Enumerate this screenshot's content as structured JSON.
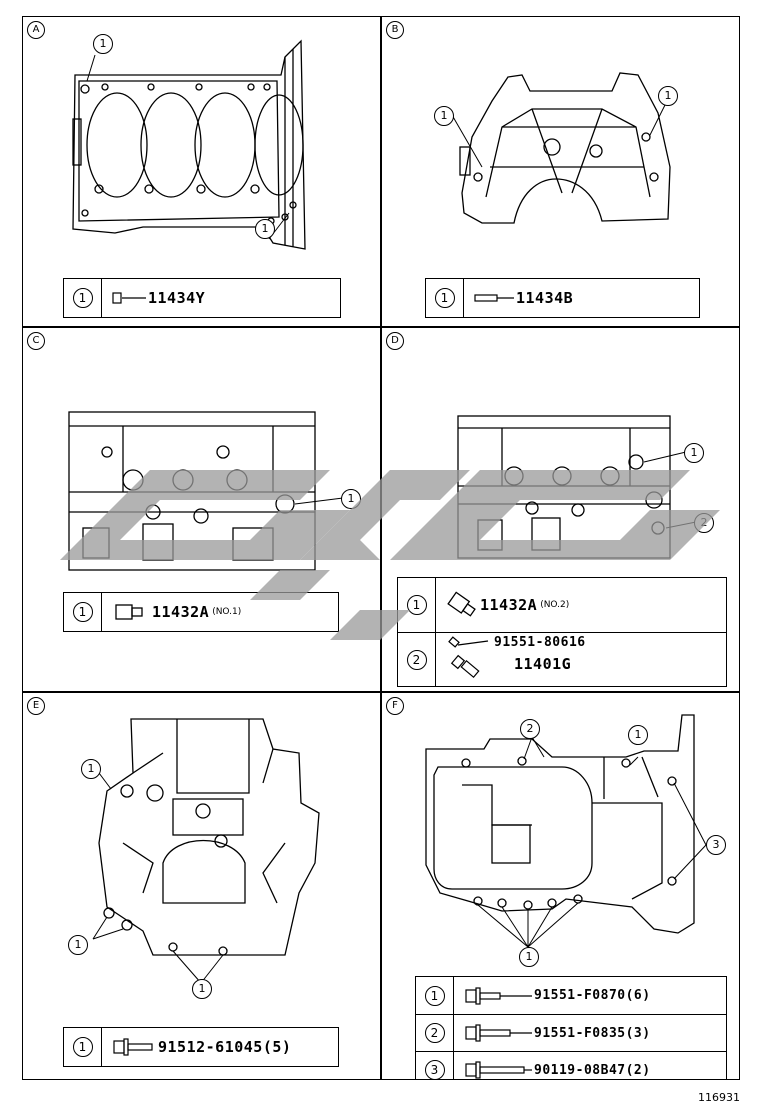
{
  "panels": {
    "A": {
      "letter": "A",
      "callouts": [
        "1",
        "1"
      ],
      "parts": [
        {
          "idx": "1",
          "number": "11434Y",
          "note": ""
        }
      ]
    },
    "B": {
      "letter": "B",
      "callouts": [
        "1",
        "1"
      ],
      "parts": [
        {
          "idx": "1",
          "number": "11434B",
          "note": ""
        }
      ]
    },
    "C": {
      "letter": "C",
      "callouts": [
        "1"
      ],
      "parts": [
        {
          "idx": "1",
          "number": "11432A",
          "note": "(NO.1)"
        }
      ]
    },
    "D": {
      "letter": "D",
      "callouts": [
        "1",
        "2"
      ],
      "parts": [
        {
          "idx": "1",
          "number": "11432A",
          "note": "(NO.2)"
        },
        {
          "idx": "2",
          "number": "91551-80616",
          "number2": "11401G",
          "note": ""
        }
      ]
    },
    "E": {
      "letter": "E",
      "callouts": [
        "1",
        "1",
        "1"
      ],
      "parts": [
        {
          "idx": "1",
          "number": "91512-61045(5)",
          "note": ""
        }
      ]
    },
    "F": {
      "letter": "F",
      "callouts": [
        "2",
        "1",
        "3",
        "1"
      ],
      "parts": [
        {
          "idx": "1",
          "number": "91551-F0870(6)",
          "note": ""
        },
        {
          "idx": "2",
          "number": "91551-F0835(3)",
          "note": ""
        },
        {
          "idx": "3",
          "number": "90119-08B47(2)",
          "note": ""
        }
      ]
    }
  },
  "figure_number": "116931",
  "colors": {
    "line": "#000000",
    "watermark": "#9a9a9a"
  }
}
